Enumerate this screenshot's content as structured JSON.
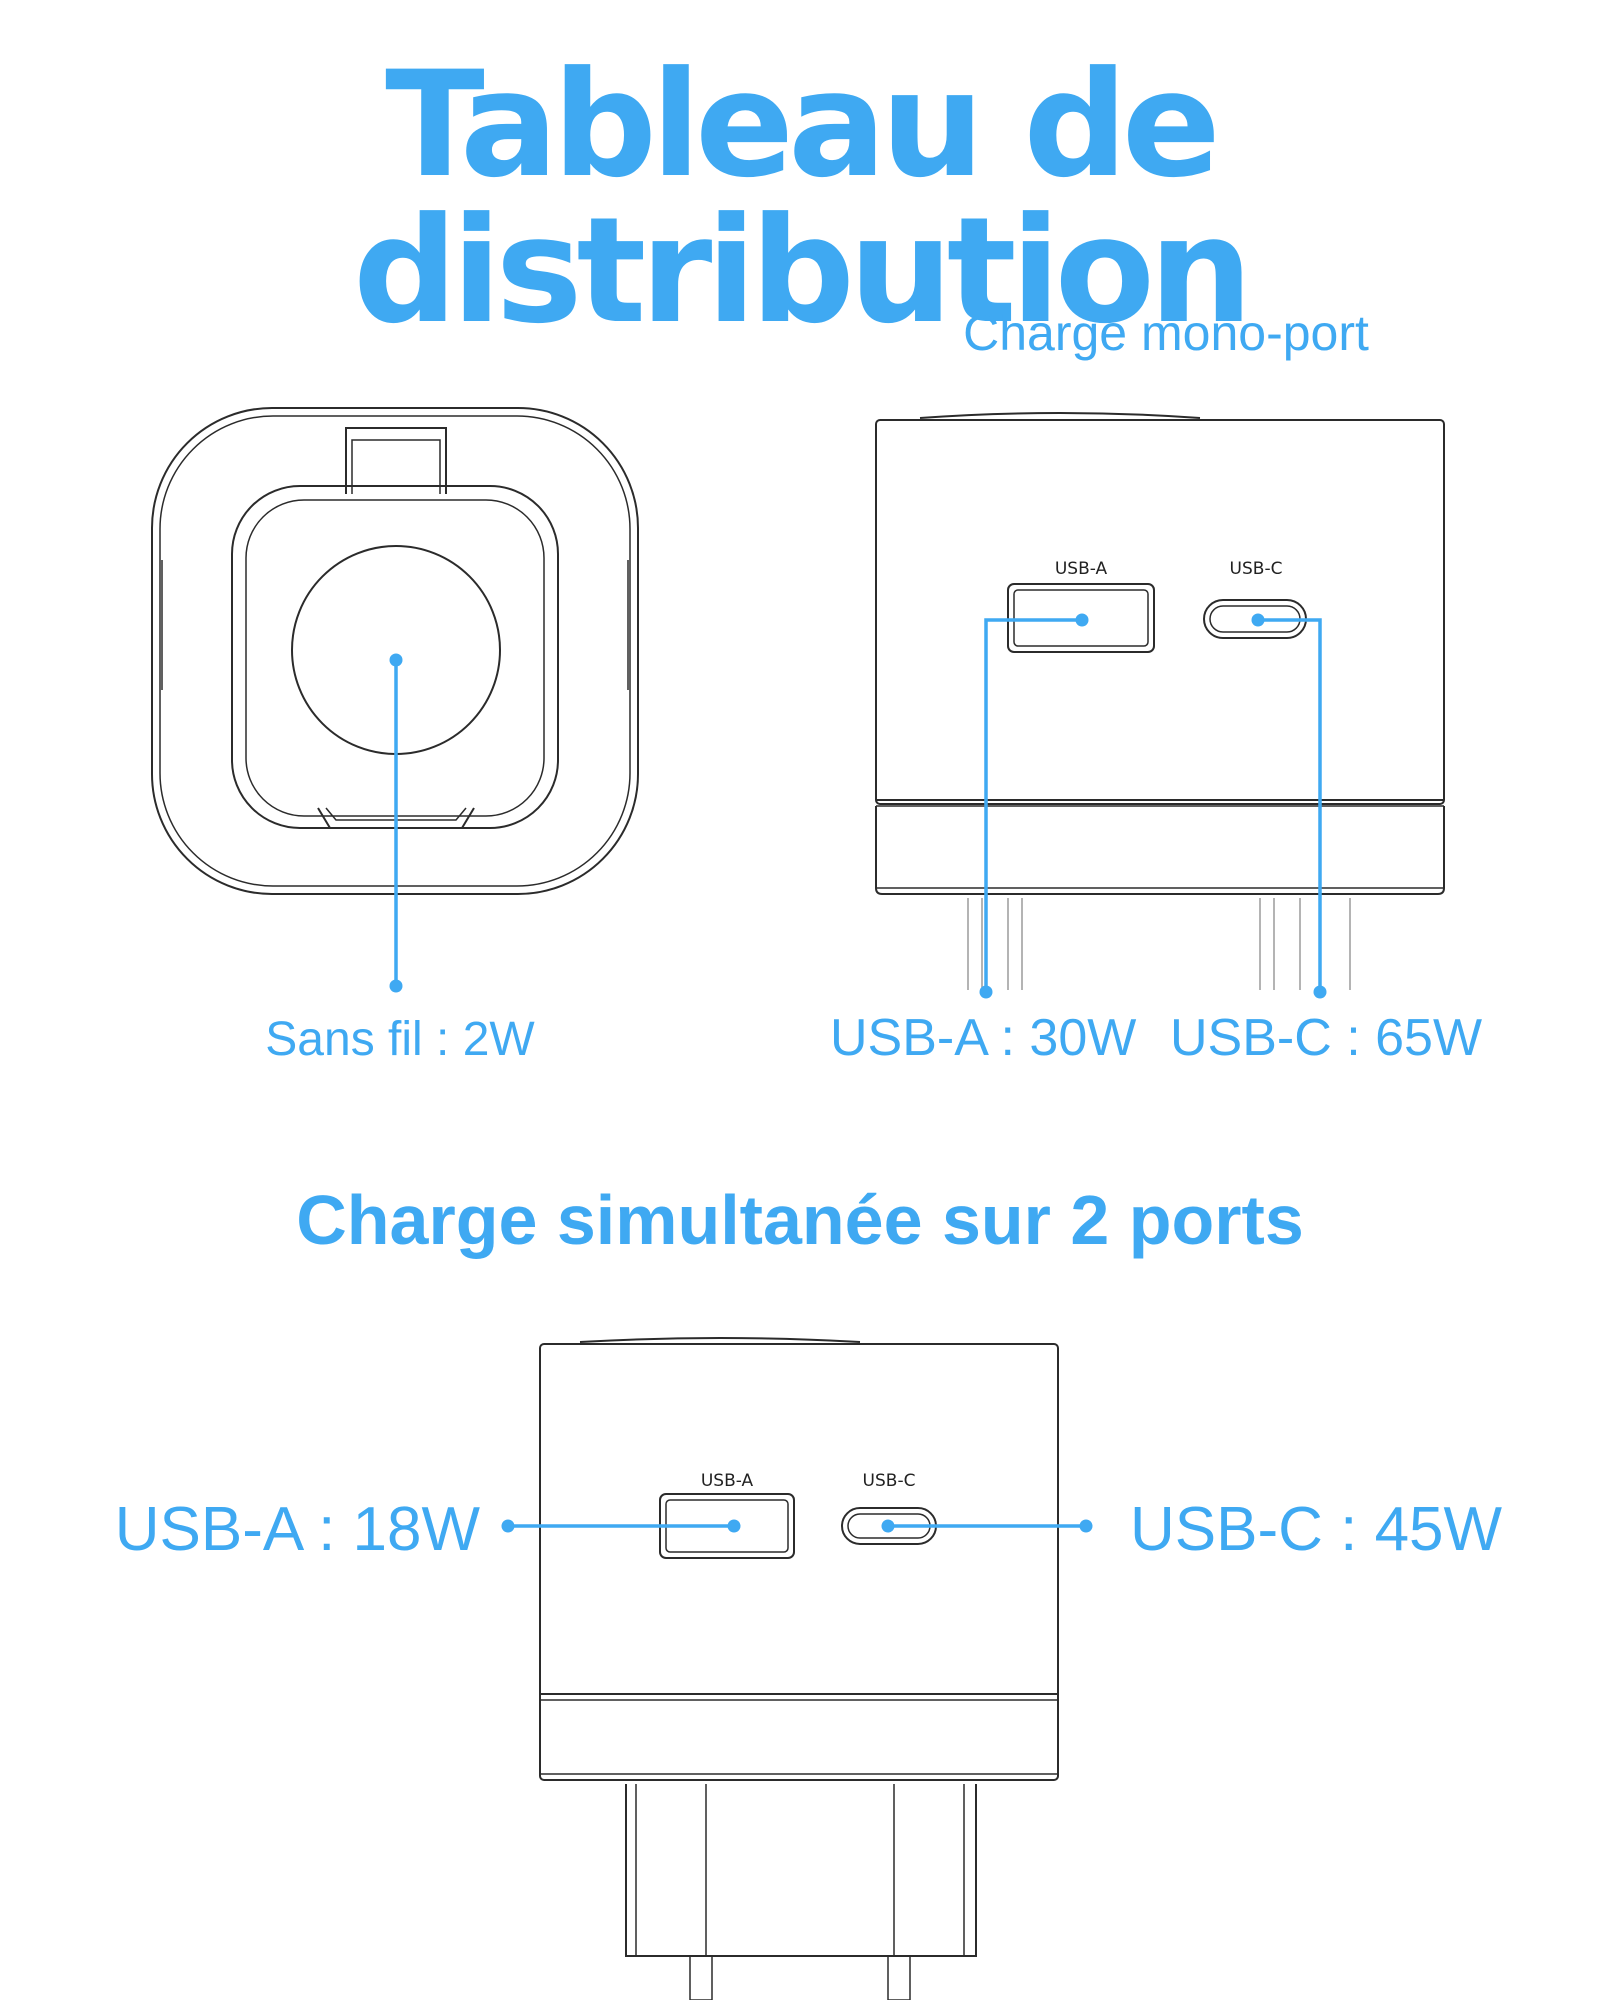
{
  "title": "Tableau de distribution",
  "sections": {
    "single_port": {
      "heading": "Charge mono-port"
    },
    "dual_port": {
      "heading": "Charge simultanée sur 2 ports"
    }
  },
  "device_labels": {
    "usb_a": "USB-A",
    "usb_c": "USB-C"
  },
  "callouts": {
    "wireless": "Sans fil : 2W",
    "single_usb_a": "USB-A : 30W",
    "single_usb_c": "USB-C : 65W",
    "dual_usb_a": "USB-A : 18W",
    "dual_usb_c": "USB-C : 45W"
  },
  "colors": {
    "accent": "#3fa9f2",
    "line_art": "#2b2b2b"
  }
}
